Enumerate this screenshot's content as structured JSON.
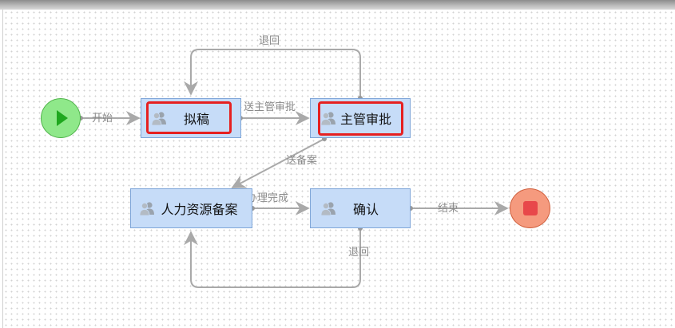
{
  "nodes": {
    "start": {
      "type": "start-event",
      "color": "#8fe88a"
    },
    "draft": {
      "label": "拟稿"
    },
    "manager_review": {
      "label": "主管审批"
    },
    "hr_record": {
      "label": "人力资源备案"
    },
    "confirm": {
      "label": "确认"
    },
    "end": {
      "type": "end-event",
      "color": "#f59a7e"
    }
  },
  "edges": {
    "begin": "开始",
    "send_review": "送主管审批",
    "return_top": "退回",
    "send_record": "送备案",
    "handle_done": "办理完成",
    "finish": "结束",
    "return_bottom": "退回"
  },
  "colors": {
    "task_fill": "#c6dcf8",
    "task_border": "#7fa6d8",
    "edge": "#a9a9a9",
    "highlight": "#e62020"
  }
}
